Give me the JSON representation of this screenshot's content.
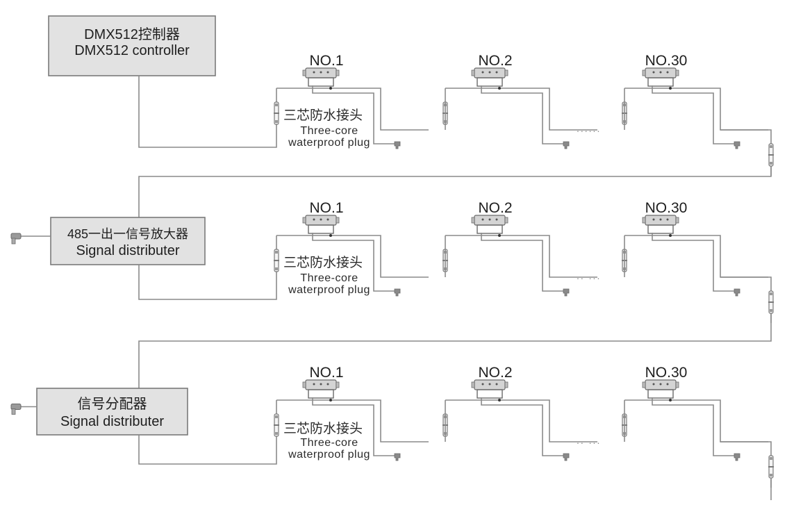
{
  "diagram": {
    "title": "DMX512 wiring diagram",
    "colors": {
      "wire": "#8a8a8a",
      "box_fill": "#e2e2e2",
      "box_stroke": "#7a7a7a",
      "text": "#1e1e1e"
    },
    "controllers": [
      {
        "id": "dmx-controller",
        "label_cn": "DMX512控制器",
        "label_en": "DMX512 controller",
        "has_power_plug": false
      },
      {
        "id": "signal-amplifier",
        "label_cn": "485一出一信号放大器",
        "label_en": "Signal distributer",
        "has_power_plug": true
      },
      {
        "id": "signal-distributor",
        "label_cn": "信号分配器",
        "label_en": "Signal distributer",
        "has_power_plug": true
      }
    ],
    "rows": [
      {
        "fixtures": [
          {
            "label": "NO.1"
          },
          {
            "label": "NO.2"
          },
          {
            "label": "NO.30"
          }
        ],
        "plug_label_cn": "三芯防水接头",
        "plug_label_en_1": "Three-core",
        "plug_label_en_2": "waterproof plug",
        "ellipsis": "......"
      },
      {
        "fixtures": [
          {
            "label": "NO.1"
          },
          {
            "label": "NO.2"
          },
          {
            "label": "NO.30"
          }
        ],
        "plug_label_cn": "三芯防水接头",
        "plug_label_en_1": "Three-core",
        "plug_label_en_2": "waterproof plug",
        "ellipsis": ".. ..."
      },
      {
        "fixtures": [
          {
            "label": "NO.1"
          },
          {
            "label": "NO.2"
          },
          {
            "label": "NO.30"
          }
        ],
        "plug_label_cn": "三芯防水接头",
        "plug_label_en_1": "Three-core",
        "plug_label_en_2": "waterproof plug",
        "ellipsis": ".. ..."
      }
    ]
  }
}
